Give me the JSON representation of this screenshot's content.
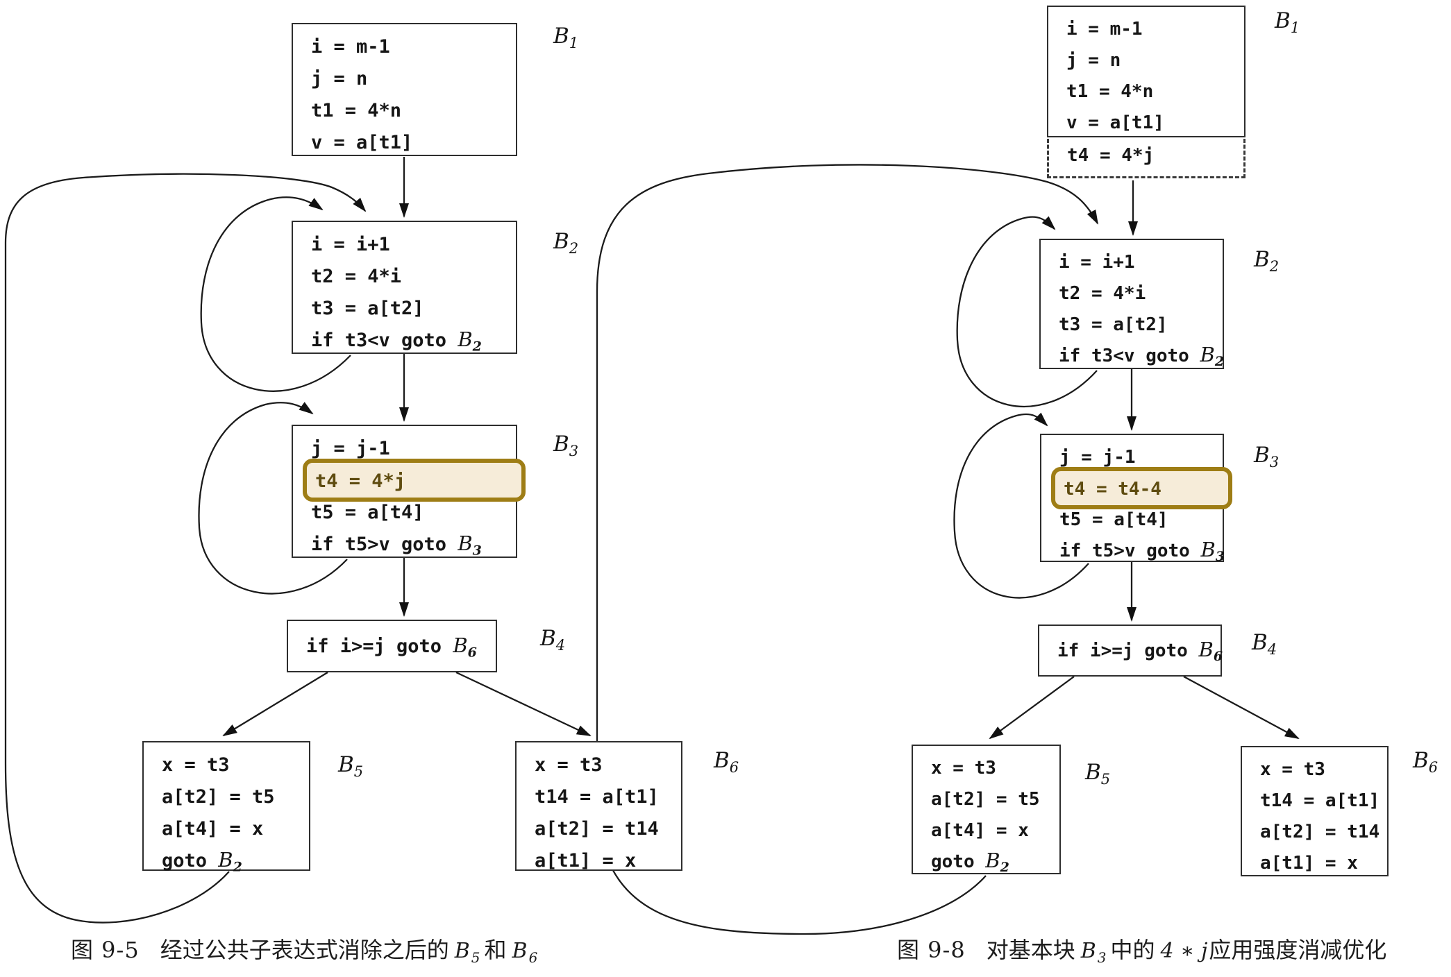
{
  "colors": {
    "highlight_fill": "#f6ecd9",
    "highlight_border": "#9e7d15",
    "line_color": "#1b1b1b"
  },
  "figure_left": {
    "caption": {
      "fig": "图 9-5",
      "pre": "经过公共子表达式消除之后的",
      "b1": "B",
      "b1sub": "5",
      "mid": "和",
      "b2": "B",
      "b2sub": "6"
    },
    "blocks": [
      {
        "name": "B1",
        "label": {
          "b": "B",
          "sub": "1"
        },
        "lines": [
          {
            "code": "i = m-1"
          },
          {
            "code": "j = n"
          },
          {
            "code": "t1 = 4*n"
          },
          {
            "code": "v = a[t1]"
          }
        ]
      },
      {
        "name": "B2",
        "label": {
          "b": "B",
          "sub": "2"
        },
        "lines": [
          {
            "code": "i = i+1"
          },
          {
            "code": "t2 = 4*i"
          },
          {
            "code": "t3 = a[t2]"
          },
          {
            "code": "if t3<v goto ",
            "b": "B",
            "bsub": "2"
          }
        ]
      },
      {
        "name": "B3",
        "label": {
          "b": "B",
          "sub": "3"
        },
        "lines": [
          {
            "code": "j = j-1"
          },
          {
            "code": "t4 = 4*j",
            "highlight": true
          },
          {
            "code": "t5 = a[t4]"
          },
          {
            "code": "if t5>v goto ",
            "b": "B",
            "bsub": "3"
          }
        ]
      },
      {
        "name": "B4",
        "label": {
          "b": "B",
          "sub": "4"
        },
        "lines": [
          {
            "code": "if i>=j goto ",
            "b": "B",
            "bsub": "6"
          }
        ]
      },
      {
        "name": "B5",
        "label": {
          "b": "B",
          "sub": "5"
        },
        "lines": [
          {
            "code": "x = t3"
          },
          {
            "code": "a[t2] = t5"
          },
          {
            "code": "a[t4] = x"
          },
          {
            "code": "goto ",
            "b": "B",
            "bsub": "2"
          }
        ]
      },
      {
        "name": "B6",
        "label": {
          "b": "B",
          "sub": "6"
        },
        "lines": [
          {
            "code": "x = t3"
          },
          {
            "code": "t14 = a[t1]"
          },
          {
            "code": "a[t2] = t14"
          },
          {
            "code": "a[t1] = x"
          }
        ]
      }
    ]
  },
  "figure_right": {
    "caption": {
      "fig": "图 9-8",
      "pre": "对基本块",
      "b": "B",
      "bsub": "3",
      "mid": "中的",
      "math": "4 ∗ j",
      "post": "应用强度消减优化"
    },
    "b1_dashed": {
      "code": "t4 = 4*j"
    },
    "blocks": [
      {
        "name": "B1",
        "label": {
          "b": "B",
          "sub": "1"
        },
        "lines": [
          {
            "code": "i = m-1"
          },
          {
            "code": "j = n"
          },
          {
            "code": "t1 = 4*n"
          },
          {
            "code": "v = a[t1]"
          }
        ]
      },
      {
        "name": "B2",
        "label": {
          "b": "B",
          "sub": "2"
        },
        "lines": [
          {
            "code": "i = i+1"
          },
          {
            "code": "t2 = 4*i"
          },
          {
            "code": "t3 = a[t2]"
          },
          {
            "code": "if t3<v goto ",
            "b": "B",
            "bsub": "2"
          }
        ]
      },
      {
        "name": "B3",
        "label": {
          "b": "B",
          "sub": "3"
        },
        "lines": [
          {
            "code": "j = j-1"
          },
          {
            "code": "t4 = t4-4",
            "highlight": true
          },
          {
            "code": "t5 = a[t4]"
          },
          {
            "code": "if t5>v goto ",
            "b": "B",
            "bsub": "3"
          }
        ]
      },
      {
        "name": "B4",
        "label": {
          "b": "B",
          "sub": "4"
        },
        "lines": [
          {
            "code": "if i>=j goto ",
            "b": "B",
            "bsub": "6"
          }
        ]
      },
      {
        "name": "B5",
        "label": {
          "b": "B",
          "sub": "5"
        },
        "lines": [
          {
            "code": "x = t3"
          },
          {
            "code": "a[t2] = t5"
          },
          {
            "code": "a[t4] = x"
          },
          {
            "code": "goto ",
            "b": "B",
            "bsub": "2"
          }
        ]
      },
      {
        "name": "B6",
        "label": {
          "b": "B",
          "sub": "6"
        },
        "lines": [
          {
            "code": "x = t3"
          },
          {
            "code": "t14 = a[t1]"
          },
          {
            "code": "a[t2] = t14"
          },
          {
            "code": "a[t1] = x"
          }
        ]
      }
    ]
  }
}
